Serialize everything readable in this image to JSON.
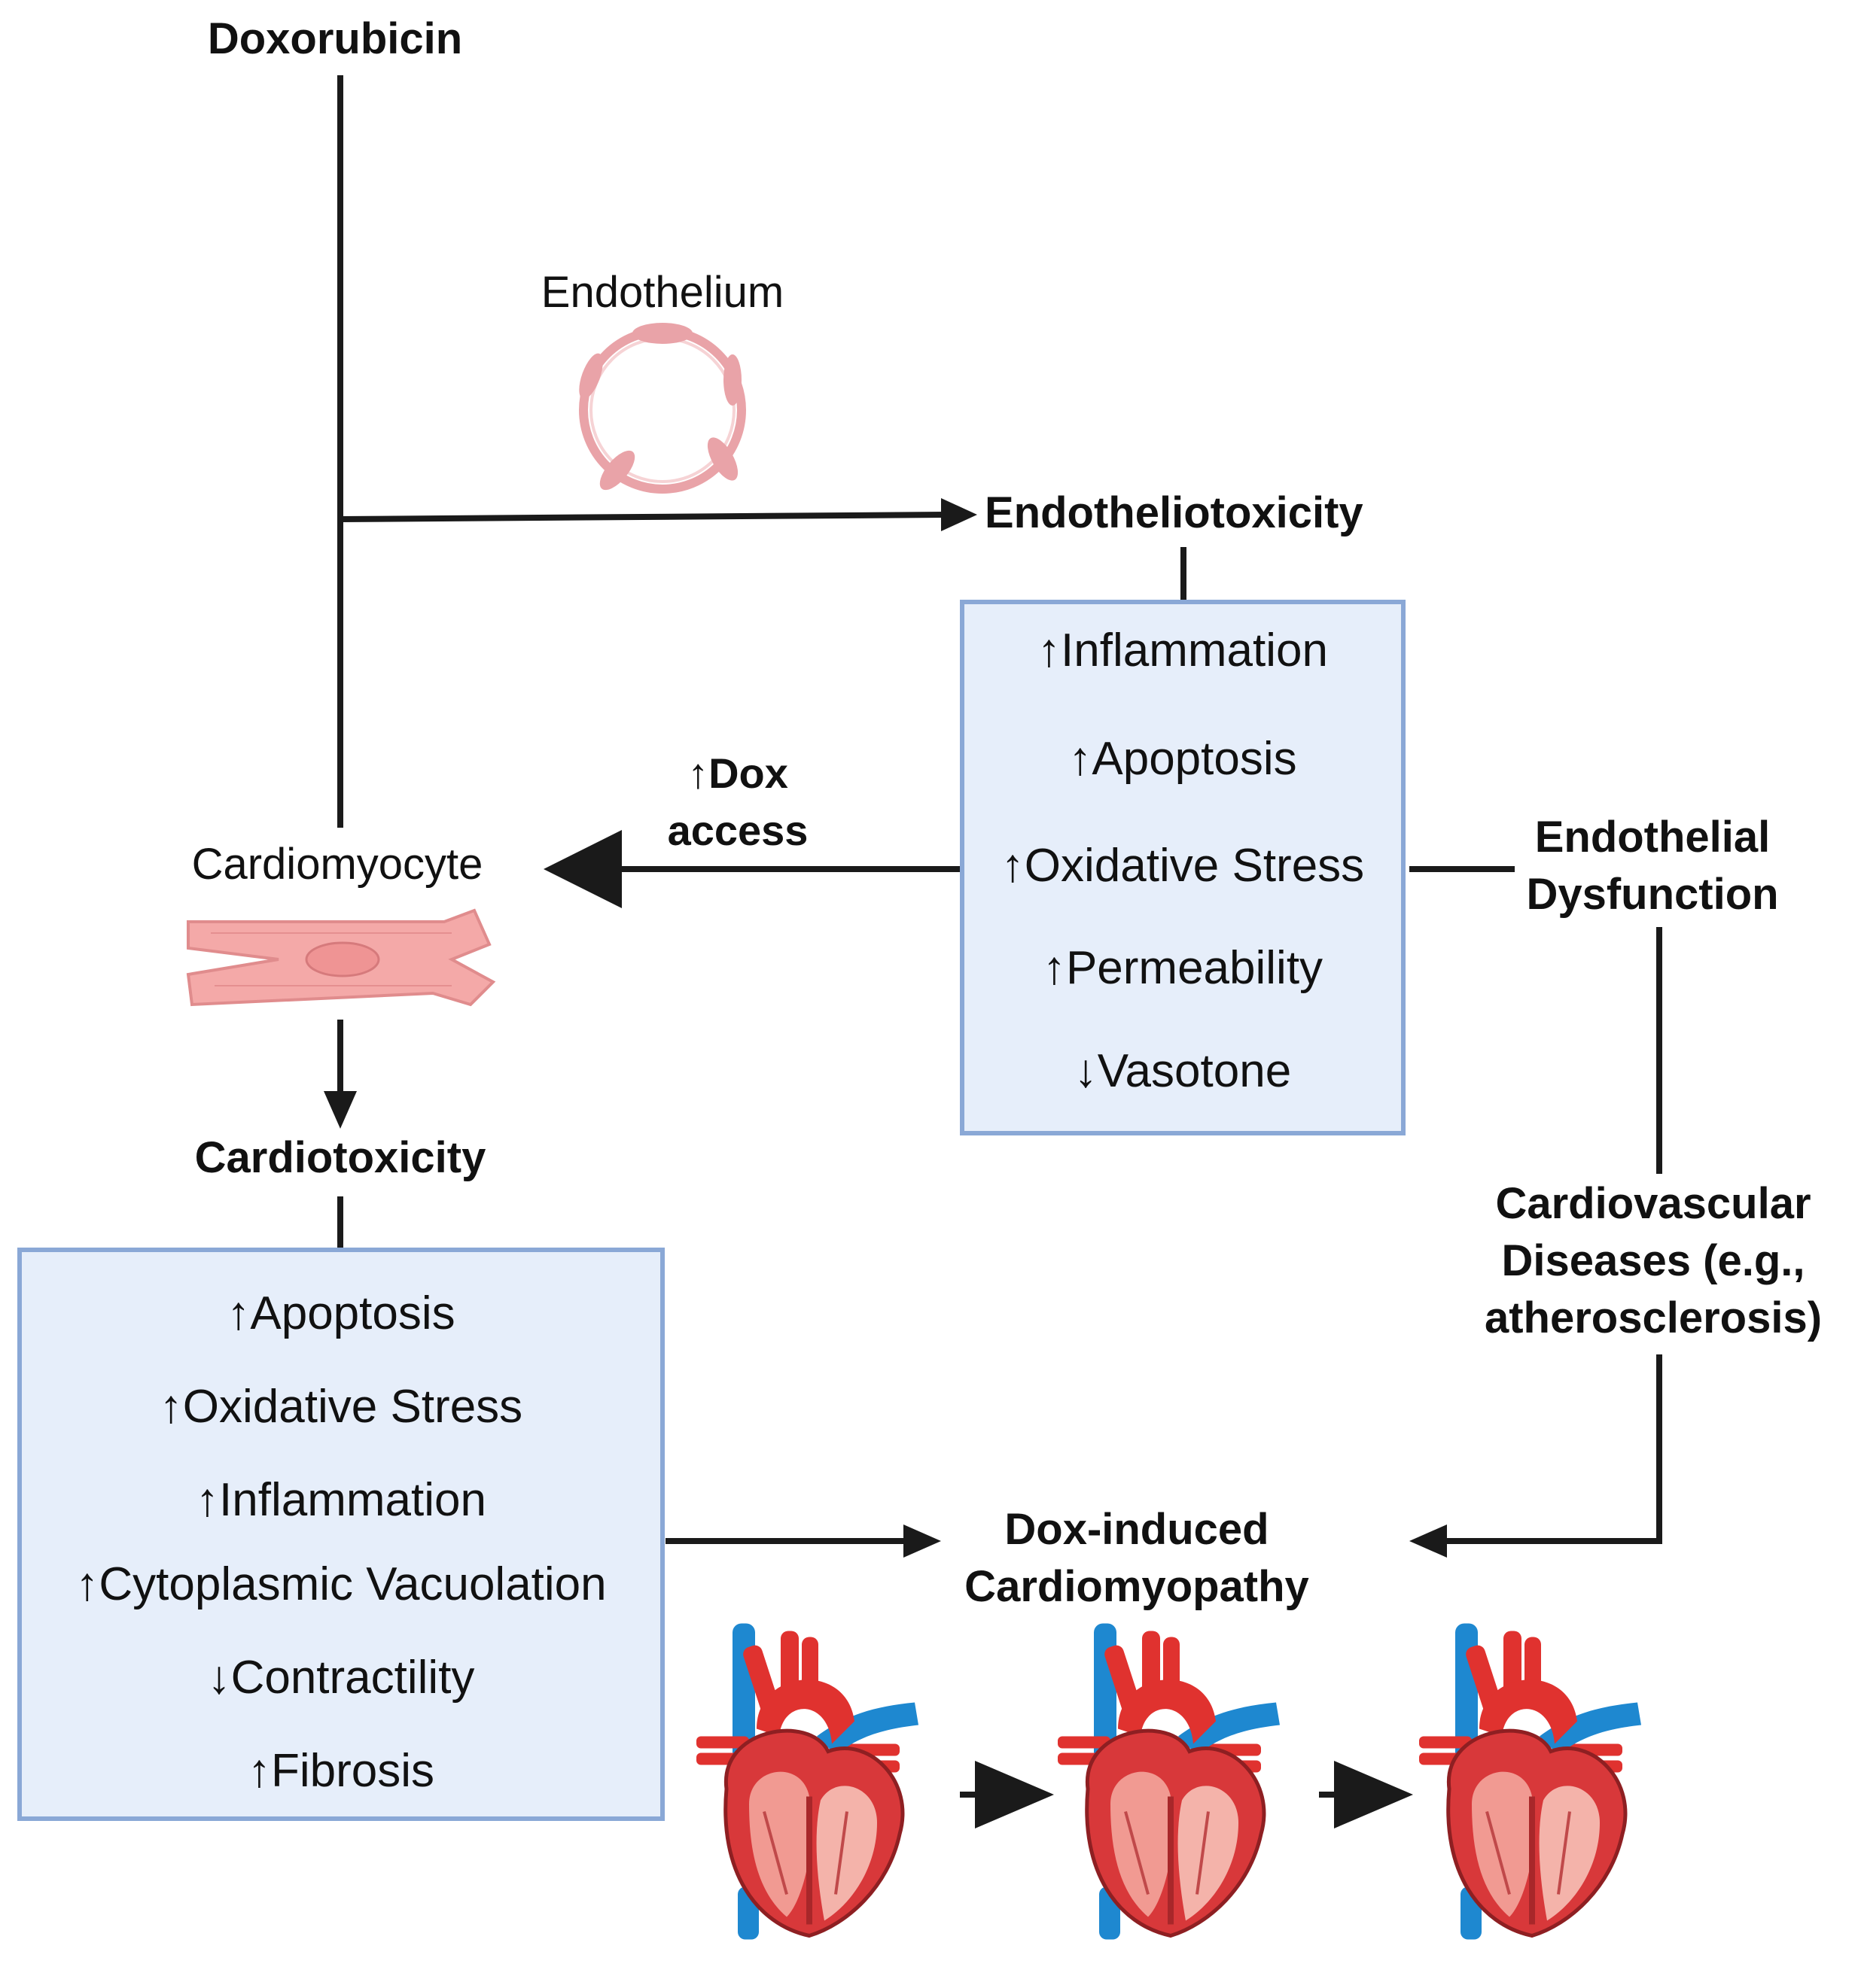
{
  "labels": {
    "doxorubicin": "Doxorubicin",
    "endothelium": "Endothelium",
    "endotheliotoxicity": "Endotheliotoxicity",
    "cardiomyocyte": "Cardiomyocyte",
    "dox_access": "↑Dox\naccess",
    "cardiotoxicity": "Cardiotoxicity",
    "endothelial_dysfunction": "Endothelial\nDysfunction",
    "cvd": "Cardiovascular\nDiseases (e.g.,\natherosclerosis)",
    "dox_cardiomyopathy": "Dox-induced\nCardiomyopathy"
  },
  "endothelial_effects": [
    "↑Inflammation",
    "↑Apoptosis",
    "↑Oxidative Stress",
    "↑Permeability",
    "↓Vasotone"
  ],
  "cardio_effects": [
    "↑Apoptosis",
    "↑Oxidative Stress",
    "↑Inflammation",
    "↑Cytoplasmic Vacuolation",
    "↓Contractility",
    "↑Fibrosis"
  ],
  "colors": {
    "box_fill": "#e6eefa",
    "box_border": "#8aa8d6",
    "line": "#1a1a1a",
    "cardiomyocyte": "#f4a9a8",
    "endothelium": "#e9a3a8",
    "heart_red": "#e0322f",
    "vessel_blue": "#1e88d0"
  },
  "icons": [
    "endothelium-ring-icon",
    "cardiomyocyte-cell-icon",
    "heart-icon"
  ]
}
